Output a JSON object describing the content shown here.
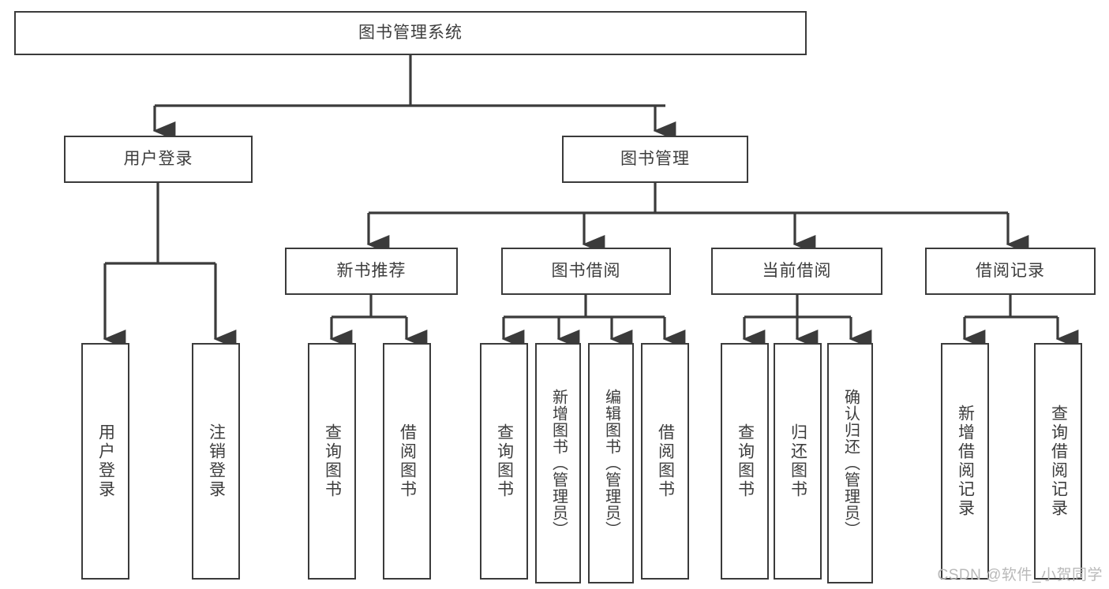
{
  "diagram": {
    "title": "图书管理系统",
    "type": "tree-hierarchy-diagram",
    "root": {
      "id": "root",
      "label": "图书管理系统"
    },
    "level2": [
      {
        "id": "user-login",
        "label": "用户登录"
      },
      {
        "id": "book-management",
        "label": "图书管理"
      }
    ],
    "level3": [
      {
        "id": "new-book-recommend",
        "label": "新书推荐",
        "parent": "book-management"
      },
      {
        "id": "book-borrow",
        "label": "图书借阅",
        "parent": "book-management"
      },
      {
        "id": "current-borrow",
        "label": "当前借阅",
        "parent": "book-management"
      },
      {
        "id": "borrow-record",
        "label": "借阅记录",
        "parent": "book-management"
      }
    ],
    "leaves": [
      {
        "id": "leaf-user-login",
        "label": "用户登录",
        "parent": "user-login"
      },
      {
        "id": "leaf-logout-login",
        "label": "注销登录",
        "parent": "user-login"
      },
      {
        "id": "leaf-query-book-1",
        "label": "查询图书",
        "parent": "new-book-recommend"
      },
      {
        "id": "leaf-borrow-book-1",
        "label": "借阅图书",
        "parent": "new-book-recommend"
      },
      {
        "id": "leaf-query-book-2",
        "label": "查询图书",
        "parent": "book-borrow"
      },
      {
        "id": "leaf-add-book",
        "label": "新增图书（管理员）",
        "parent": "book-borrow"
      },
      {
        "id": "leaf-edit-book",
        "label": "编辑图书（管理员）",
        "parent": "book-borrow"
      },
      {
        "id": "leaf-borrow-book-2",
        "label": "借阅图书",
        "parent": "book-borrow"
      },
      {
        "id": "leaf-query-book-3",
        "label": "查询图书",
        "parent": "current-borrow"
      },
      {
        "id": "leaf-return-book",
        "label": "归还图书",
        "parent": "current-borrow"
      },
      {
        "id": "leaf-confirm-return",
        "label": "确认归还（管理员）",
        "parent": "current-borrow"
      },
      {
        "id": "leaf-add-record",
        "label": "新增借阅记录",
        "parent": "borrow-record"
      },
      {
        "id": "leaf-query-record",
        "label": "查询借阅记录",
        "parent": "borrow-record"
      }
    ],
    "colors": {
      "stroke": "#3b3b3b",
      "text": "#3d3d3d",
      "background": "#ffffff",
      "watermark": "#b9b9b9"
    }
  },
  "watermark": {
    "text": "CSDN @软件_小贺同学"
  }
}
